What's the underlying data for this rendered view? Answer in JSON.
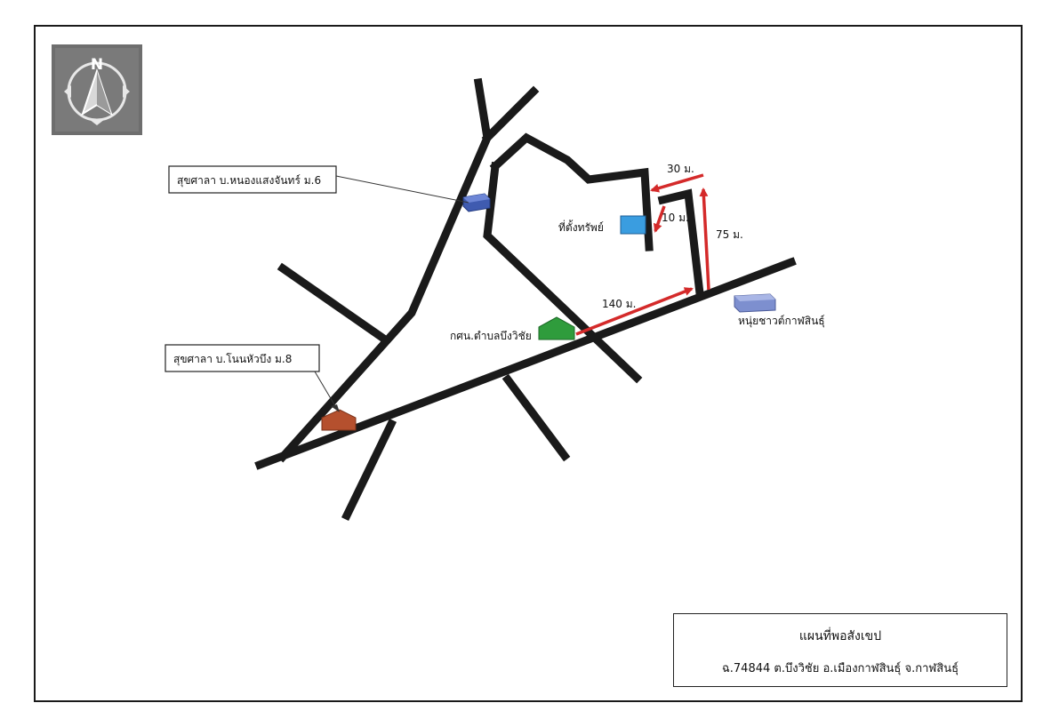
{
  "compass": {
    "letter": "N",
    "icon": "north-compass-icon",
    "bg": "#6e6e6e"
  },
  "landmarks": {
    "health_station_m6": "สุขศาลา บ.หนองแสงจันทร์ ม.6",
    "health_station_m8": "สุขศาลา บ.โนนหัวบึง ม.8",
    "property": "ที่ตั้งทรัพย์",
    "nfe_center": "กศน.ตำบลบึงวิชัย",
    "kalasin_unit": "หนุ่ยชาวต์กาฬสินธุ์"
  },
  "distances": {
    "d140": "140 ม.",
    "d75": "75 ม.",
    "d30": "30 ม.",
    "d10": "10 ม."
  },
  "title": {
    "line1": "แผนที่พอสังเขป",
    "line2": "ฉ.74844  ต.บึงวิชัย  อ.เมืองกาฬสินธุ์  จ.กาฬสินธุ์"
  },
  "colors": {
    "road": "#1a1a1a",
    "distance_arrow": "#d42a2a",
    "property_marker": "#3a9de0",
    "nfe_marker": "#2f9c3c",
    "health_m8_marker": "#b5502e",
    "health_m6_marker": "#3f5bb0",
    "kalasin_marker": "#7d8fcf"
  }
}
